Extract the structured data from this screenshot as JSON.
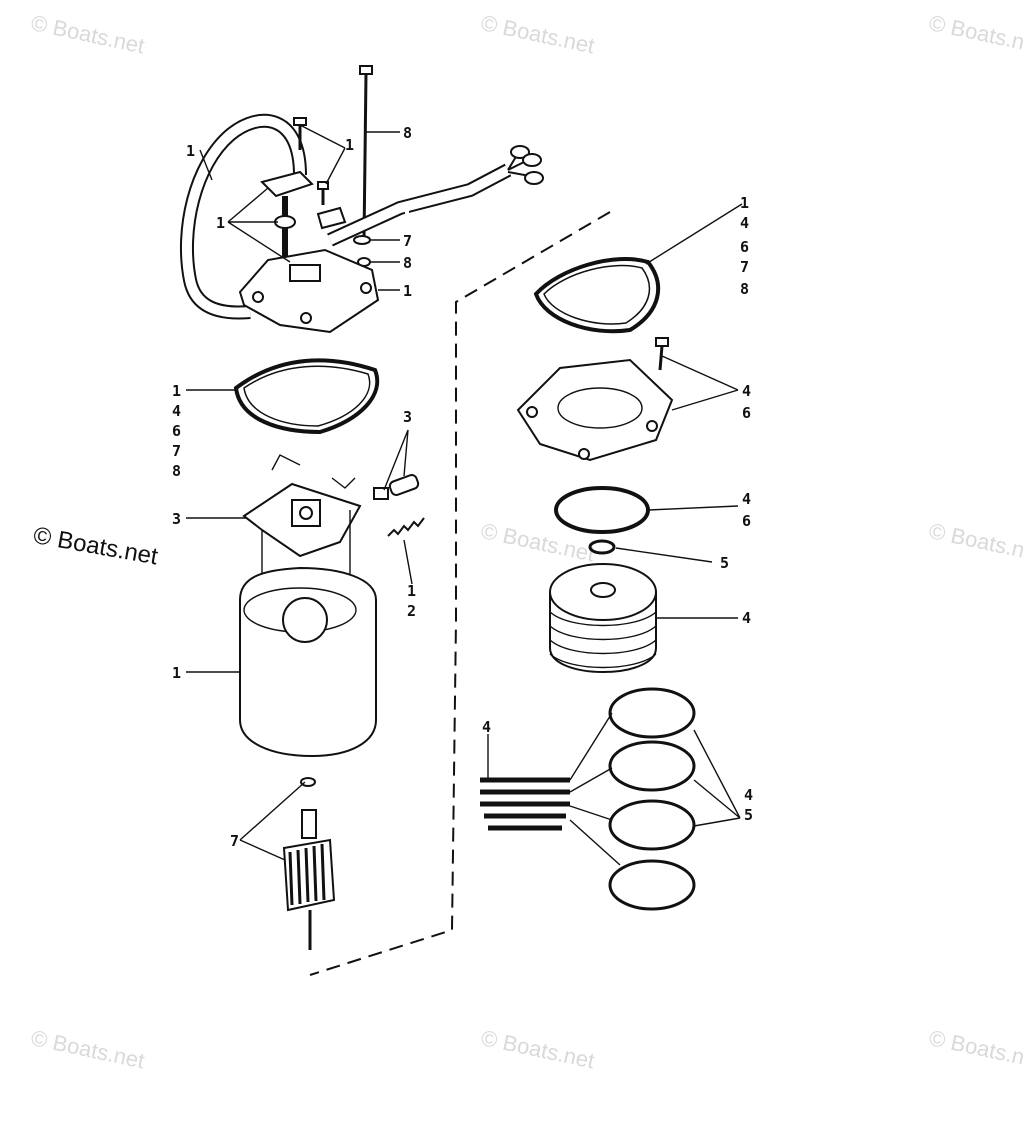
{
  "watermark": "© Boats.net",
  "callouts": {
    "wire_harness": "1",
    "screw_top": "1",
    "bracket_group": "1",
    "bolt_long": "8",
    "washer_a": "7",
    "washer_b": "8",
    "end_cap": "1",
    "gasket_left": [
      "1",
      "4",
      "6",
      "7",
      "8"
    ],
    "brush_parts": "3",
    "brush_plate": "3",
    "spring": [
      "1",
      "2"
    ],
    "housing": "1",
    "armature": "7",
    "gasket_right": [
      "1",
      "4",
      "6",
      "7",
      "8"
    ],
    "cover_right": [
      "4",
      "6"
    ],
    "oring_a": [
      "4",
      "6"
    ],
    "oring_b": "5",
    "pump": "4",
    "spring_stack": "4",
    "orings_group": [
      "4",
      "5"
    ]
  }
}
